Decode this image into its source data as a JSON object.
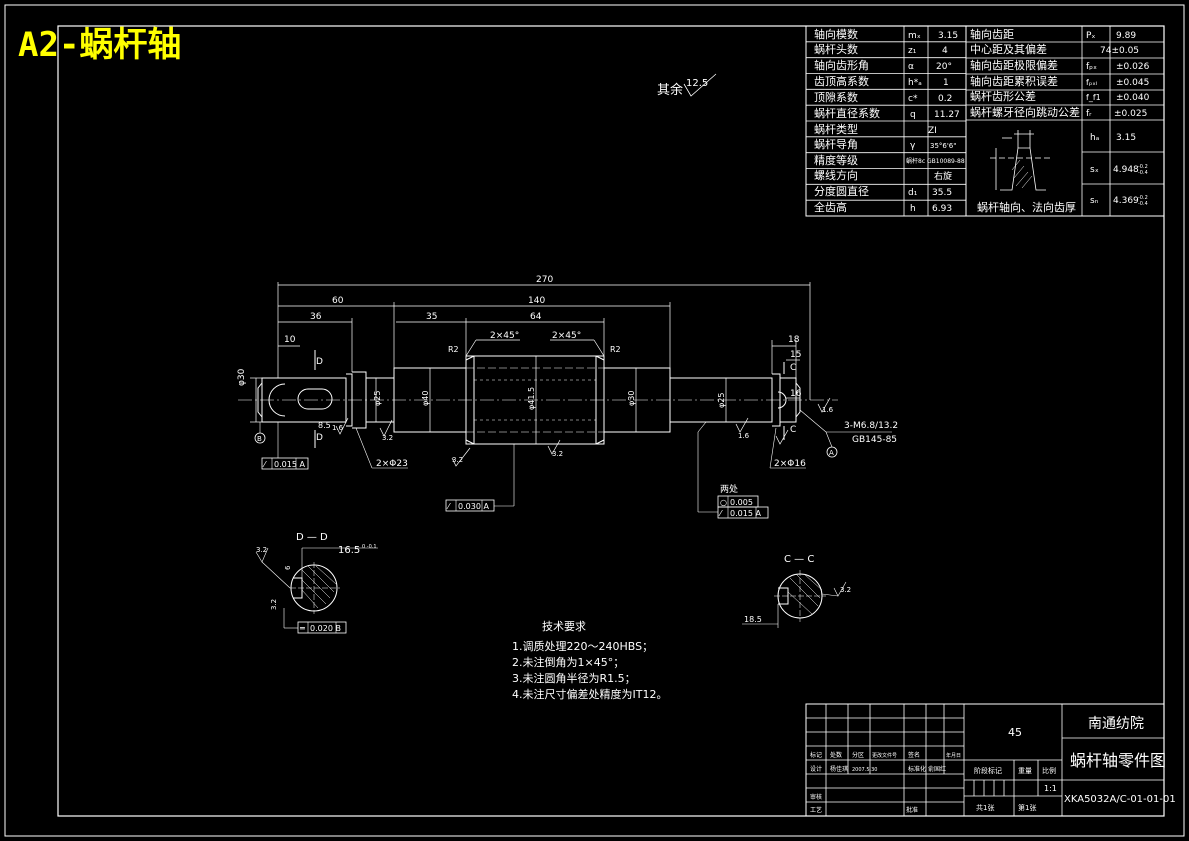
{
  "title": "A2-蜗杆轴",
  "roughness_note": {
    "label": "其余",
    "value": "12.5"
  },
  "param_table": {
    "left_rows": [
      {
        "name": "轴向模数",
        "sym": "mₓ",
        "val": "3.15"
      },
      {
        "name": "蜗杆头数",
        "sym": "z₁",
        "val": "4"
      },
      {
        "name": "轴向齿形角",
        "sym": "α",
        "val": "20°"
      },
      {
        "name": "齿顶高系数",
        "sym": "h*ₐ",
        "val": "1"
      },
      {
        "name": "顶隙系数",
        "sym": "c*",
        "val": "0.2"
      },
      {
        "name": "蜗杆直径系数",
        "sym": "q",
        "val": "11.27"
      },
      {
        "name": "蜗杆类型",
        "sym": "",
        "val": "ZI"
      },
      {
        "name": "蜗杆导角",
        "sym": "γ",
        "val": "35°6'6\""
      },
      {
        "name": "精度等级",
        "sym": "",
        "val": "蜗杆8c GB10089-88"
      },
      {
        "name": "螺线方向",
        "sym": "",
        "val": "右旋"
      },
      {
        "name": "分度圆直径",
        "sym": "d₁",
        "val": "35.5"
      },
      {
        "name": "全齿高",
        "sym": "h",
        "val": "6.93"
      }
    ],
    "right_rows": [
      {
        "name": "轴向齿距",
        "sym": "Pₓ",
        "val": "9.89"
      },
      {
        "name": "中心距及其偏差",
        "sym": "",
        "val": "74±0.05"
      },
      {
        "name": "轴向齿距极限偏差",
        "sym": "fₚₓ",
        "val": "±0.026"
      },
      {
        "name": "轴向齿距累积误差",
        "sym": "fₚₓₗ",
        "val": "±0.045"
      },
      {
        "name": "蜗杆齿形公差",
        "sym": "f_f1",
        "val": "±0.040"
      },
      {
        "name": "蜗杆螺牙径向跳动公差",
        "sym": "fᵣ",
        "val": "±0.025"
      }
    ],
    "tooth": {
      "caption": "蜗杆轴向、法向齿厚",
      "ha_sym": "hₐ",
      "ha_val": "3.15",
      "sx_sym": "sₓ",
      "sx_val": "4.948",
      "sx_tol_upper": "-0.2",
      "sx_tol_lower": "-0.4",
      "sn_sym": "sₙ",
      "sn_val": "4.369",
      "sn_tol_upper": "-0.2",
      "sn_tol_lower": "-0.4"
    }
  },
  "dimensions": {
    "total": "270",
    "d60": "60",
    "d140": "140",
    "d36": "36",
    "d35": "35",
    "d64": "64",
    "d10": "10",
    "d18": "18",
    "d15": "15",
    "d16": "16",
    "chamfer1": "2×45°",
    "chamfer2": "2×45°",
    "phi_a": "φ30",
    "phi_b": "φ40",
    "phi_c": "φ41.5",
    "phi_d": "φ30",
    "phi_e": "φ25",
    "phi_f": "φ25",
    "key_depth": "8.5",
    "r2_left": "R2",
    "r2_right": "R2",
    "thread": "3-M6.8/13.2",
    "center_hole": "GB145-85",
    "tol_left": "0.015 A",
    "tol_mid": "0.030 A",
    "tol_right_1": "0.005",
    "tol_right_2": "0.015 A",
    "ends_label": "两处",
    "rough_1": "1.6",
    "rough_2": "3.2",
    "rough_3": "3.2",
    "rough_4": "3.2",
    "rough_5": "1.6",
    "rough_6": "1.6",
    "grind_left": "2×Φ23",
    "grind_right": "2×Φ16",
    "label_d": "D",
    "label_c": "C",
    "label_a": "A",
    "label_b": "B",
    "label_e": "B"
  },
  "section_d": {
    "label": "D — D",
    "dim": "16.5",
    "dim_tol": "0 -0.1",
    "rough": "3.2",
    "width": "6",
    "tol": "0.020 B",
    "rough2": "3.2"
  },
  "section_c": {
    "label": "C — C",
    "dim": "18.5",
    "rough": "3.2"
  },
  "tech_requirements": {
    "heading": "技术要求",
    "items": [
      "1.调质处理220～240HBS；",
      "2.未注倒角为1×45°；",
      "3.未注圆角半径为R1.5；",
      "4.未注尺寸偏差处精度为IT12。"
    ]
  },
  "title_block": {
    "material": "45",
    "school": "南通纺院",
    "drawing_name": "蜗杆轴零件图",
    "drawing_no": "XKA5032A/C-01-01-01",
    "scale": "1:1",
    "stage_label": "阶段标记",
    "weight_label": "重量",
    "scale_label": "比例",
    "sheets_total": "共1张",
    "sheet_no": "第1张",
    "row_labels": [
      "标记",
      "处数",
      "分区",
      "更改文件号",
      "签名",
      "年月日"
    ],
    "design_label": "设计",
    "designer": "杨佳琪",
    "design_date": "2007.5.30",
    "std_label": "标准化",
    "std_name": "俞国红",
    "check_label": "审核",
    "craft_label": "工艺",
    "approve_label": "批准"
  }
}
